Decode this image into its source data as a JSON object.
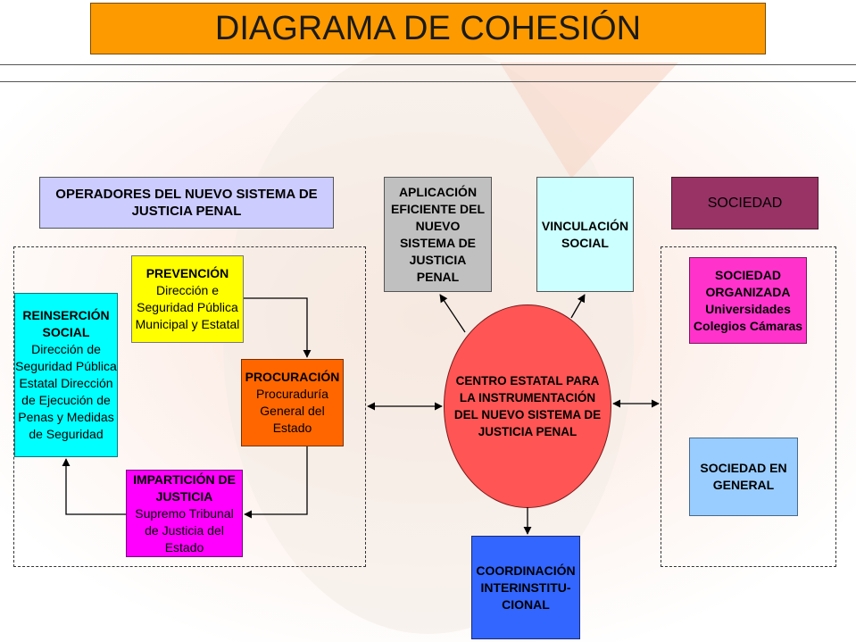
{
  "title": "DIAGRAMA DE COHESIÓN",
  "operadores": "OPERADORES DEL NUEVO SISTEMA DE JUSTICIA PENAL",
  "prevencion": {
    "head": "PREVENCIÓN",
    "body": "Dirección e Seguridad Pública Municipal y Estatal"
  },
  "reinsercion": {
    "head": "REINSERCIÓN SOCIAL",
    "body": "Dirección de Seguridad Pública Estatal Dirección de Ejecución de Penas y Medidas de Seguridad"
  },
  "procuracion": {
    "head": "PROCURACIÓN",
    "body": "Procuraduría General del Estado"
  },
  "imparticion": {
    "head": "IMPARTICIÓN DE JUSTICIA",
    "body": "Supremo Tribunal de Justicia del Estado"
  },
  "aplicacion": "APLICACIÓN EFICIENTE DEL NUEVO SISTEMA DE JUSTICIA PENAL",
  "vinculacion": "VINCULACIÓN SOCIAL",
  "centro": "CENTRO ESTATAL PARA LA INSTRUMENTACIÓN DEL NUEVO SISTEMA DE JUSTICIA PENAL",
  "coordinacion": "COORDINACIÓN INTERINSTITU-CIONAL",
  "sociedad": "SOCIEDAD",
  "sociedad_organizada": "SOCIEDAD ORGANIZADA Universidades Colegios Cámaras",
  "sociedad_general": "SOCIEDAD EN GENERAL",
  "colors": {
    "title": "#fd9a00",
    "operadores": "#ccccff",
    "prevencion": "#ffff00",
    "reinsercion": "#00ffff",
    "procuracion": "#ff6600",
    "imparticion": "#ff00ff",
    "aplicacion": "#c0c0c0",
    "vinculacion": "#ccffff",
    "centro": "#ff5555",
    "coordinacion": "#3366ff",
    "sociedad": "#993366",
    "sociedad_organizada": "#ff33cc",
    "sociedad_general": "#99ccff"
  }
}
